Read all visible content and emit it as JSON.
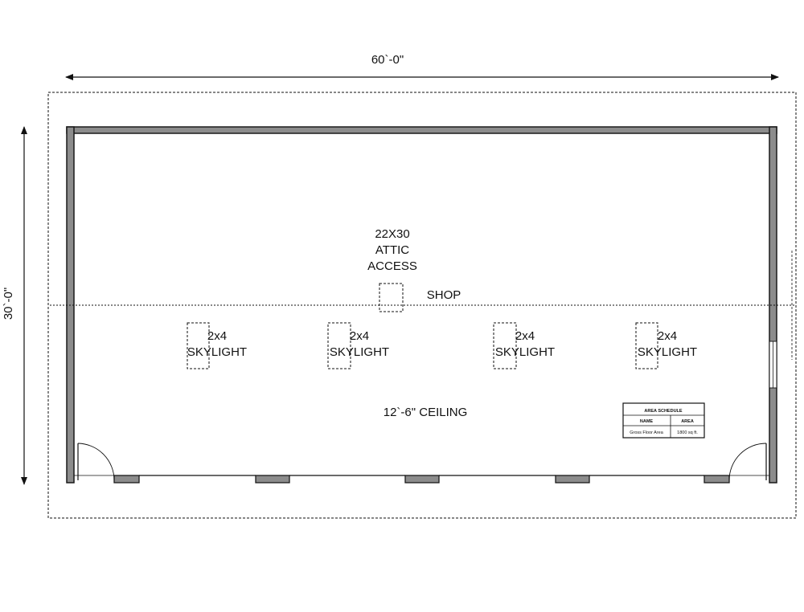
{
  "dimensions": {
    "width_label": "60`-0\"",
    "depth_label": "30`-0\""
  },
  "attic_access": {
    "line1": "22X30",
    "line2": "ATTIC",
    "line3": "ACCESS"
  },
  "room_name": "SHOP",
  "skylights": [
    {
      "size": "2x4",
      "label": "SKYLIGHT"
    },
    {
      "size": "2x4",
      "label": "SKYLIGHT"
    },
    {
      "size": "2x4",
      "label": "SKYLIGHT"
    },
    {
      "size": "2x4",
      "label": "SKYLIGHT"
    }
  ],
  "ceiling_label": "12`-6\" CEILING",
  "area_schedule": {
    "title": "AREA SCHEDULE",
    "headers": [
      "NAME",
      "AREA"
    ],
    "rows": [
      [
        "Gross Floor Area",
        "1800 sq ft."
      ]
    ]
  },
  "colors": {
    "wall_fill": "#8c8c8c",
    "wall_stroke": "#1a1a1a",
    "line": "#111111"
  }
}
